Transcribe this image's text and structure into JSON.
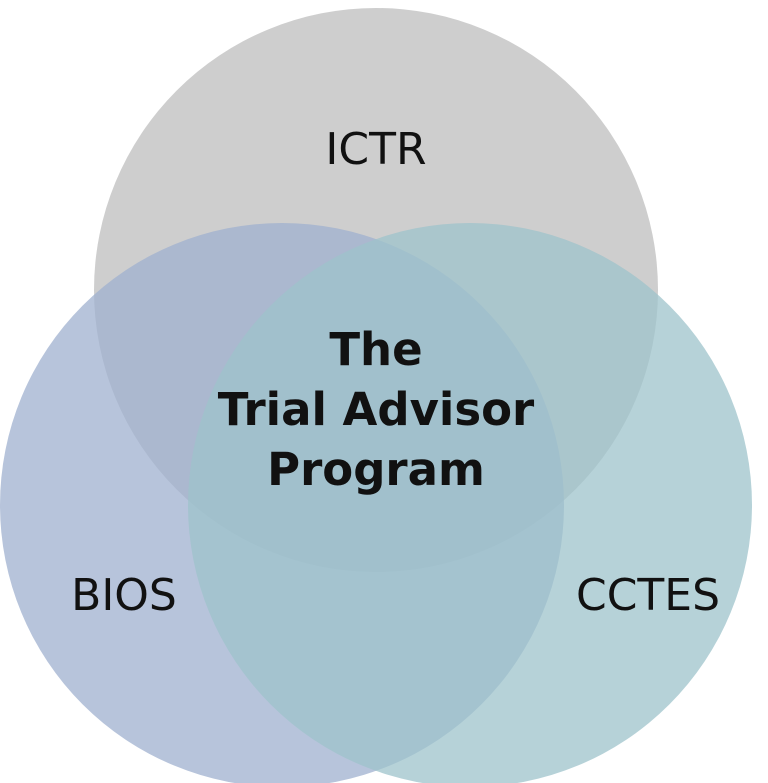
{
  "diagram": {
    "circles": [
      {
        "name": "ICTR",
        "color": "#bdbdbd"
      },
      {
        "name": "BIOS",
        "color": "#9fb0cf"
      },
      {
        "name": "CCTES",
        "color": "#9ec3cb"
      }
    ],
    "center_lines": [
      "The",
      "Trial Advisor",
      "Program"
    ]
  }
}
